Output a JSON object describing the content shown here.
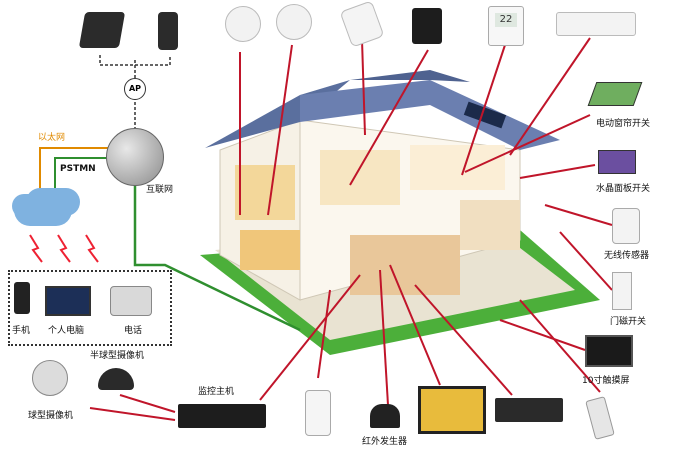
{
  "network": {
    "ap_label": "AP",
    "ethernet_label": "以太网",
    "pstn_label": "PSTMN",
    "internet_label": "互联网"
  },
  "terminals": {
    "phone_label": "手机",
    "pc_label": "个人电脑",
    "telephone_label": "电话"
  },
  "security": {
    "dome_camera_label": "半球型摄像机",
    "ball_camera_label": "球型摄像机",
    "monitor_host_label": "监控主机",
    "infrared_label": "红外发生器"
  },
  "right_devices": {
    "curtain_switch_label": "电动窗帘开关",
    "crystal_panel_label": "水晶面板开关",
    "wireless_sensor_label": "无线传感器",
    "door_sensor_label": "门磁开关",
    "touch_screen_label": "10寸触摸屏"
  },
  "thermostat_display": "22",
  "colors": {
    "line_red": "#c0152a",
    "line_green": "#2f8f2f",
    "line_orange": "#e08a00",
    "roof": "#5a6f9e",
    "grass": "#4caf3a"
  }
}
